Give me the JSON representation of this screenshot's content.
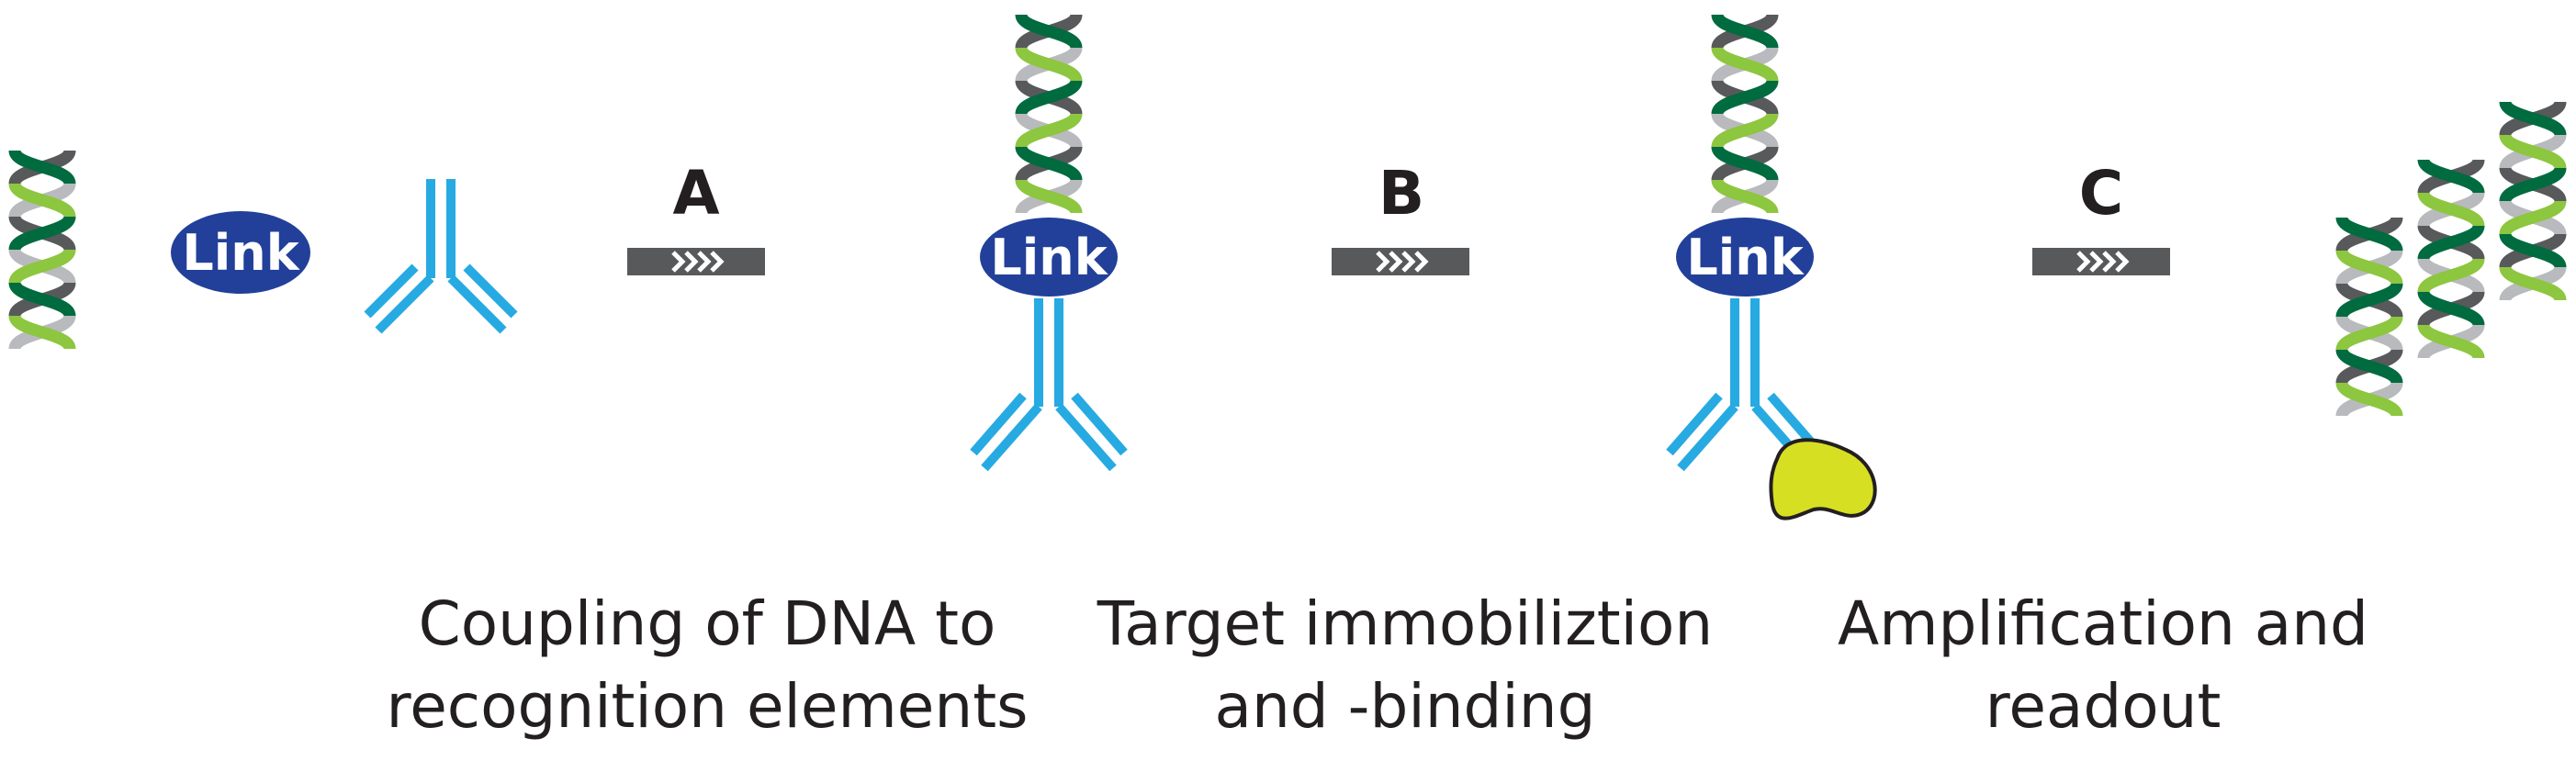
{
  "link_label": "Link",
  "steps": [
    {
      "letter": "A",
      "caption": [
        "Coupling of DNA to",
        "recognition elements"
      ]
    },
    {
      "letter": "B",
      "caption": [
        "Target immobiliztion",
        "and -binding"
      ]
    },
    {
      "letter": "C",
      "caption": [
        "Amplification and",
        "readout"
      ]
    }
  ],
  "colors": {
    "dna_light_green": "#8dc63f",
    "dna_dark_green": "#006b3f",
    "dna_gray": "#b8babd",
    "dna_dark_gray": "#58595b",
    "link_fill": "#22409a",
    "antibody": "#27aae1",
    "target_fill": "#d7df23",
    "arrow": "#58595b",
    "text": "#231f20"
  },
  "icons": [
    "dna-helix-icon",
    "link-badge-icon",
    "antibody-icon",
    "process-arrow-icon",
    "target-molecule-icon"
  ]
}
